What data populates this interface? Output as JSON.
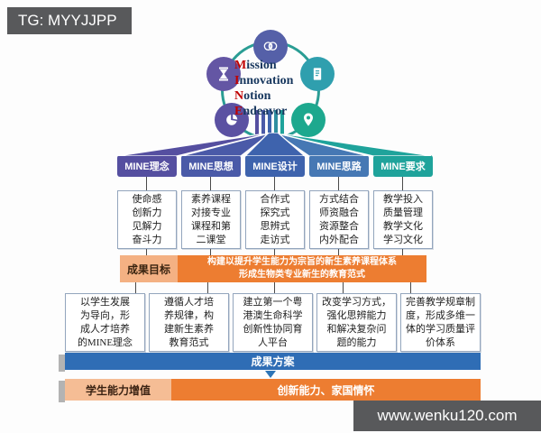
{
  "watermarks": {
    "top_left": "TG: MYYJJPP",
    "bottom_right": "www.wenku120.com"
  },
  "center_circle": {
    "title_words": [
      {
        "initial": "M",
        "rest": "ission"
      },
      {
        "initial": "I",
        "rest": "nnovation"
      },
      {
        "initial": "N",
        "rest": "otion"
      },
      {
        "initial": "E",
        "rest": "ndeavor"
      }
    ],
    "icons": [
      "brain-icon",
      "hourglass-icon",
      "document-icon",
      "pie-chart-icon",
      "location-pin-icon"
    ]
  },
  "pillars": [
    {
      "label": "MINE理念",
      "color": "#554fa0",
      "items": "使命感\n创新力\n见解力\n奋斗力"
    },
    {
      "label": "MINE思想",
      "color": "#4a5aa8",
      "items": "素养课程\n对接专业\n课程和第\n二课堂"
    },
    {
      "label": "MINE设计",
      "color": "#3e63ad",
      "items": "合作式\n探究式\n思辨式\n走访式"
    },
    {
      "label": "MINE思路",
      "color": "#4678b4",
      "items": "方式结合\n师资融合\n资源整合\n内外配合"
    },
    {
      "label": "MINE要求",
      "color": "#1fa39b",
      "items": "教学投入\n质量管理\n教学文化\n学习文化"
    }
  ],
  "goal_bar": {
    "label": "成果目标",
    "text": "构建以提升学生能力为宗旨的新生素养课程体系\n形成生物类专业新生的教育范式"
  },
  "outcome_boxes": [
    "以学生发展\n为导向，形\n成人才培养\n的MINE理念",
    "遵循人才培\n养规律，构\n建新生素养\n教育范式",
    "建立第一个粤\n港澳生命科学\n创新性协同育\n人平台",
    "改变学习方式，\n强化思辨能力\n和解决复杂问\n题的能力",
    "完善教学规章制\n度，形成多维一\n体的学习质量评\n价体系"
  ],
  "plan_bar": {
    "label": "成果方案"
  },
  "value_bar": {
    "label": "学生能力增值",
    "text": "创新能力、家国情怀"
  },
  "colors": {
    "orange": "#ed7d31",
    "peach": "#f4b183",
    "blue_bar": "#2f6db5",
    "teal_ring": "#2a9d94",
    "red_initial": "#c00000",
    "navy_text": "#17375e",
    "watermark_bg": "#58595b"
  }
}
